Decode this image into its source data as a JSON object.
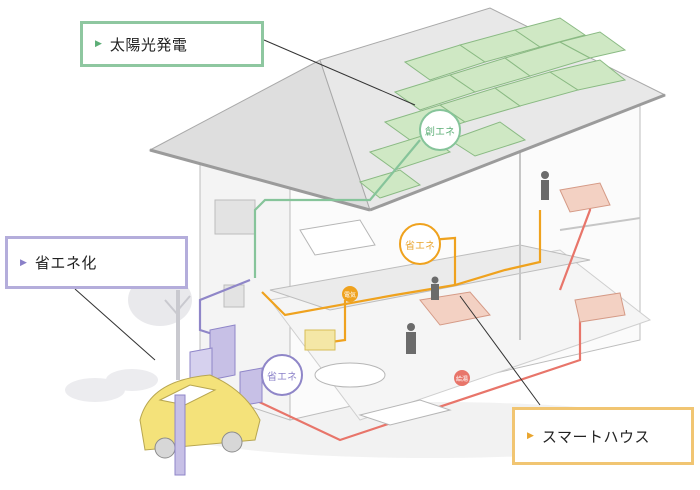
{
  "callouts": {
    "solar": "太陽光発電",
    "eco": "省エネ化",
    "smart": "スマートハウス",
    "marker": "▶"
  },
  "badges": {
    "roof": "創エネ",
    "interior": "省エネ",
    "outdoor": "省エネ"
  },
  "tags": {
    "electricity": "電気",
    "hot_water": "給湯"
  },
  "colors": {
    "solar_line": "#86c49a",
    "eco_line": "#8f86c8",
    "electric_line": "#efa21e",
    "hot_water_line": "#e8756a",
    "car": "#f4e27a"
  }
}
